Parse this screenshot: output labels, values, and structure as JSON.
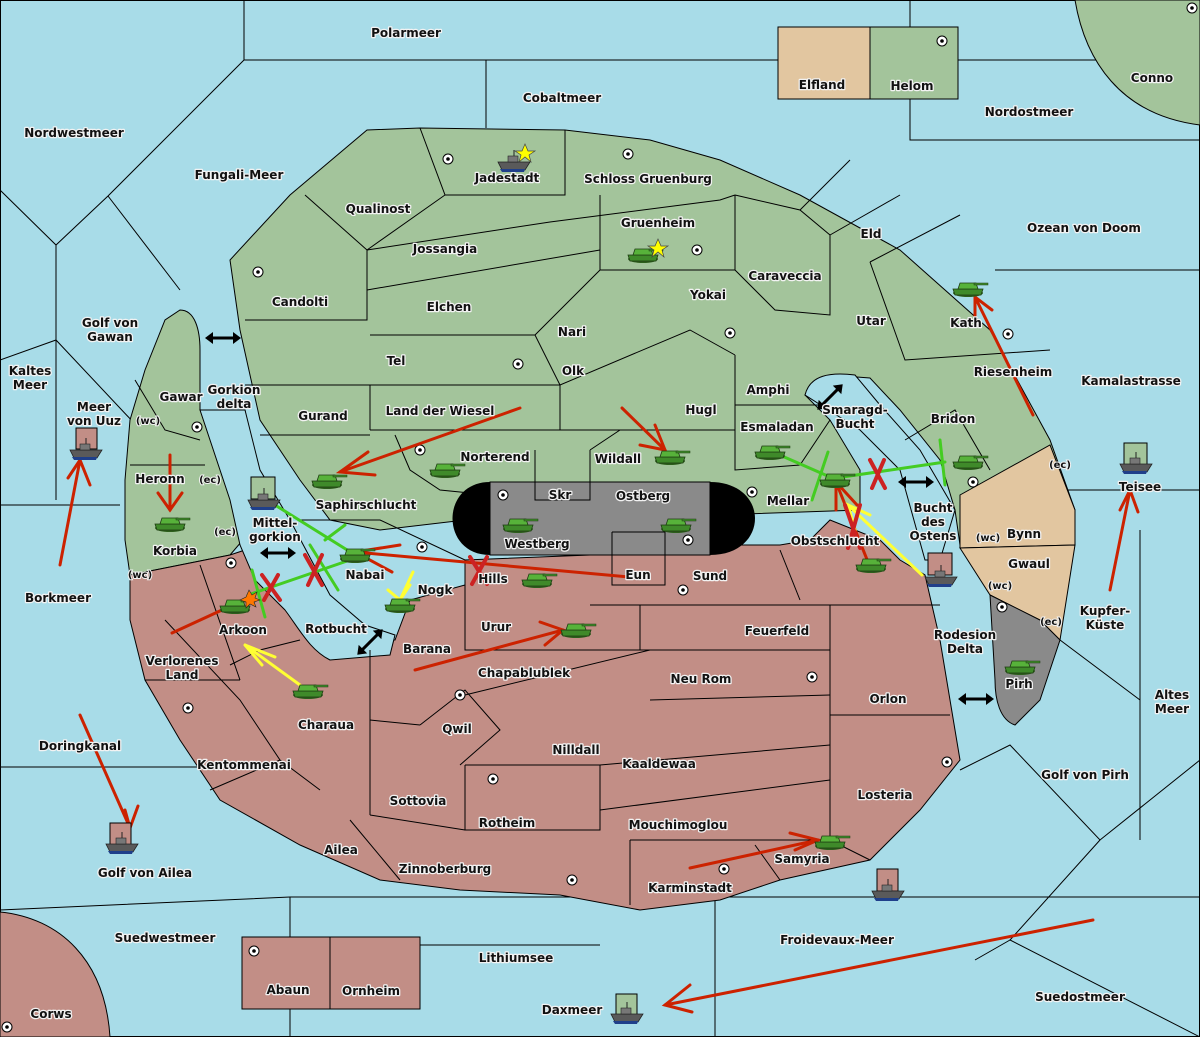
{
  "map": {
    "colors": {
      "sea": "#a8dce8",
      "power_green": "#a3c49b",
      "power_red": "#c28e86",
      "neutral_tan": "#e2c6a0",
      "impassable_grey": "#8a8a8a",
      "order_move": "#cc2200",
      "order_support": "#44cc22",
      "order_convoy": "#ffff33",
      "order_failed": "#cc2222"
    },
    "seas": [
      {
        "id": "polarmeer",
        "label": "Polarmeer"
      },
      {
        "id": "cobaltmeer",
        "label": "Cobaltmeer"
      },
      {
        "id": "nordwestmeer",
        "label": "Nordwestmeer"
      },
      {
        "id": "fungali",
        "label": "Fungali-Meer"
      },
      {
        "id": "nordostmeer",
        "label": "Nordostmeer"
      },
      {
        "id": "ozean",
        "label": "Ozean von Doom"
      },
      {
        "id": "golf_gawan",
        "label": "Golf von Gawan"
      },
      {
        "id": "kaltes",
        "label": "Kaltes Meer"
      },
      {
        "id": "meer_uuz",
        "label": "Meer von Uuz"
      },
      {
        "id": "gorkion_delta",
        "label": "Gorkion delta"
      },
      {
        "id": "mittelgorkion",
        "label": "Mittel-gorkion"
      },
      {
        "id": "rotbucht",
        "label": "Rotbucht"
      },
      {
        "id": "borkmeer",
        "label": "Borkmeer"
      },
      {
        "id": "doringkanal",
        "label": "Doringkanal"
      },
      {
        "id": "golf_ailea",
        "label": "Golf von Ailea"
      },
      {
        "id": "suedwestmeer",
        "label": "Suedwestmeer"
      },
      {
        "id": "lithiumsee",
        "label": "Lithiumsee"
      },
      {
        "id": "daxmeer",
        "label": "Daxmeer"
      },
      {
        "id": "froidevaux",
        "label": "Froidevaux-Meer"
      },
      {
        "id": "suedostmeer",
        "label": "Suedostmeer"
      },
      {
        "id": "golf_pirh",
        "label": "Golf von Pirh"
      },
      {
        "id": "altes",
        "label": "Altes Meer"
      },
      {
        "id": "kupfer",
        "label": "Kupfer-Küste"
      },
      {
        "id": "kamala",
        "label": "Kamalastrasse"
      },
      {
        "id": "rodesion",
        "label": "Rodesion Delta"
      },
      {
        "id": "bucht_ostens",
        "label": "Bucht des Ostens"
      },
      {
        "id": "smaragd",
        "label": "Smaragd-Bucht"
      },
      {
        "id": "teisee",
        "label": "Teisee"
      }
    ],
    "lands": [
      {
        "id": "elfland",
        "label": "Elfland"
      },
      {
        "id": "helom",
        "label": "Helom"
      },
      {
        "id": "conno",
        "label": "Conno"
      },
      {
        "id": "jadestadt",
        "label": "Jadestadt"
      },
      {
        "id": "schloss",
        "label": "Schloss Gruenburg"
      },
      {
        "id": "qualinost",
        "label": "Qualinost"
      },
      {
        "id": "jossangia",
        "label": "Jossangia"
      },
      {
        "id": "gruenheim",
        "label": "Gruenheim"
      },
      {
        "id": "caraveccia",
        "label": "Caraveccia"
      },
      {
        "id": "eld",
        "label": "Eld"
      },
      {
        "id": "candolti",
        "label": "Candolti"
      },
      {
        "id": "elchen",
        "label": "Elchen"
      },
      {
        "id": "yokai",
        "label": "Yokai"
      },
      {
        "id": "nari",
        "label": "Nari"
      },
      {
        "id": "utar",
        "label": "Utar"
      },
      {
        "id": "kath",
        "label": "Kath"
      },
      {
        "id": "tel",
        "label": "Tel"
      },
      {
        "id": "olk",
        "label": "Olk"
      },
      {
        "id": "amphi",
        "label": "Amphi"
      },
      {
        "id": "riesenheim",
        "label": "Riesenheim"
      },
      {
        "id": "gawar",
        "label": "Gawar"
      },
      {
        "id": "gurand",
        "label": "Gurand"
      },
      {
        "id": "land_wiesel",
        "label": "Land der Wiesel"
      },
      {
        "id": "hugl",
        "label": "Hugl"
      },
      {
        "id": "esmaladan",
        "label": "Esmaladan"
      },
      {
        "id": "bridon",
        "label": "Bridon"
      },
      {
        "id": "heronn",
        "label": "Heronn"
      },
      {
        "id": "norterend",
        "label": "Norterend"
      },
      {
        "id": "wildall",
        "label": "Wildall"
      },
      {
        "id": "saphir",
        "label": "Saphirschlucht"
      },
      {
        "id": "skr",
        "label": "Skr"
      },
      {
        "id": "ostberg",
        "label": "Ostberg"
      },
      {
        "id": "mellar",
        "label": "Mellar"
      },
      {
        "id": "korbia",
        "label": "Korbia"
      },
      {
        "id": "westberg",
        "label": "Westberg"
      },
      {
        "id": "nabai",
        "label": "Nabai"
      },
      {
        "id": "obstschlucht",
        "label": "Obstschlucht"
      },
      {
        "id": "bynn",
        "label": "Bynn"
      },
      {
        "id": "eun",
        "label": "Eun"
      },
      {
        "id": "sund",
        "label": "Sund"
      },
      {
        "id": "hills",
        "label": "Hills"
      },
      {
        "id": "nogk",
        "label": "Nogk"
      },
      {
        "id": "gwaul",
        "label": "Gwaul"
      },
      {
        "id": "arkoon",
        "label": "Arkoon"
      },
      {
        "id": "urur",
        "label": "Urur"
      },
      {
        "id": "feuerfeld",
        "label": "Feuerfeld"
      },
      {
        "id": "barana",
        "label": "Barana"
      },
      {
        "id": "pirh",
        "label": "Pirh"
      },
      {
        "id": "verlorenes",
        "label": "Verlorenes Land"
      },
      {
        "id": "chapablublek",
        "label": "Chapablublek"
      },
      {
        "id": "neu_rom",
        "label": "Neu Rom"
      },
      {
        "id": "orlon",
        "label": "Orlon"
      },
      {
        "id": "charaua",
        "label": "Charaua"
      },
      {
        "id": "qwil",
        "label": "Qwil"
      },
      {
        "id": "nilldall",
        "label": "Nilldall"
      },
      {
        "id": "kentommenai",
        "label": "Kentommenai"
      },
      {
        "id": "kaaldewaa",
        "label": "Kaaldewaa"
      },
      {
        "id": "losteria",
        "label": "Losteria"
      },
      {
        "id": "sottovia",
        "label": "Sottovia"
      },
      {
        "id": "rotheim",
        "label": "Rotheim"
      },
      {
        "id": "mouchimoglou",
        "label": "Mouchimoglou"
      },
      {
        "id": "ailea",
        "label": "Ailea"
      },
      {
        "id": "samyria",
        "label": "Samyria"
      },
      {
        "id": "zinnoberburg",
        "label": "Zinnoberburg"
      },
      {
        "id": "karminstadt",
        "label": "Karminstadt"
      },
      {
        "id": "abaun",
        "label": "Abaun"
      },
      {
        "id": "ornheim",
        "label": "Ornheim"
      },
      {
        "id": "corws",
        "label": "Corws"
      }
    ],
    "coast_marks": {
      "wc": "(wc)",
      "ec": "(ec)"
    },
    "icons": {
      "army": "tank-icon",
      "fleet": "ship-icon",
      "supply_center": "supply-center-icon",
      "home": "star-icon",
      "dislodged": "explosion-icon",
      "canal": "double-arrow-icon",
      "failed": "x-mark-icon"
    }
  }
}
